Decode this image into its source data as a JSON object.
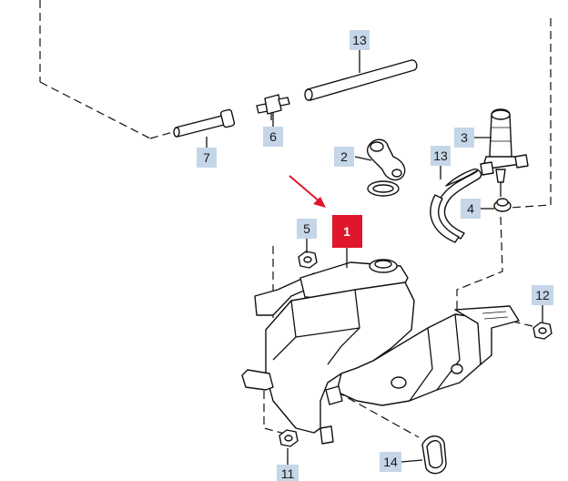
{
  "labels": {
    "l1": "1",
    "l2": "2",
    "l3": "3",
    "l4": "4",
    "l5": "5",
    "l6": "6",
    "l7": "7",
    "l11": "11",
    "l12": "12",
    "l13a": "13",
    "l13b": "13",
    "l14": "14"
  },
  "colors": {
    "label_background": "#c5d6e8",
    "highlight_label": "#e0162b",
    "arrow": "#e0162b"
  }
}
